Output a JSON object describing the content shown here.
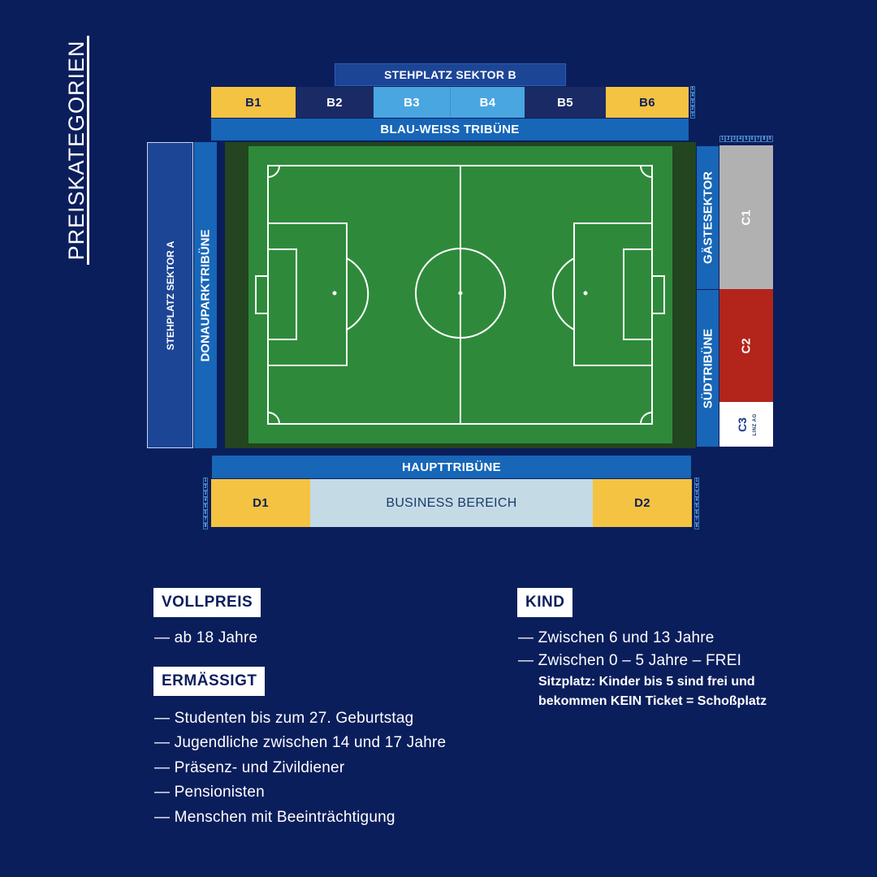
{
  "page_title": "PREISKATEGORIEN",
  "sections": {
    "stehplatz_b": "STEHPLATZ SEKTOR B",
    "b1": "B1",
    "b2": "B2",
    "b3": "B3",
    "b4": "B4",
    "b5": "B5",
    "b6": "B6",
    "blau_weiss": "BLAU-WEISS TRIBÜNE",
    "stehplatz_a": "STEHPLATZ SEKTOR A",
    "donaupark": "DONAUPARKTRIBÜNE",
    "gaeste": "GÄSTESEKTOR",
    "sued": "SÜDTRIBÜNE",
    "c1": "C1",
    "c2": "C2",
    "c3": "C3",
    "c3_sponsor": "LINZ AG",
    "haupt": "HAUPTTRIBÜNE",
    "d1": "D1",
    "business": "BUSINESS BEREICH",
    "d2": "D2"
  },
  "row_numbers": {
    "b_right": [
      "5",
      "4",
      "3",
      "2",
      "1"
    ],
    "c_top": [
      "1",
      "2",
      "3",
      "4",
      "5",
      "6",
      "7",
      "8",
      "9"
    ],
    "d_left": [
      "1",
      "2",
      "3",
      "4",
      "5",
      "6",
      "7",
      "8"
    ],
    "d_right": [
      "1",
      "2",
      "3",
      "4",
      "5",
      "6",
      "7",
      "8"
    ]
  },
  "colors": {
    "background": "#0b1e5c",
    "yellow": "#f5c342",
    "light_blue": "#4aa6e0",
    "mid_blue": "#1766b8",
    "grey": "#b1b1b1",
    "red": "#b3241b",
    "pitch": "#2e8a3a"
  },
  "legend": {
    "vollpreis": {
      "label": "VOLLPREIS",
      "items": [
        "— ab 18 Jahre"
      ]
    },
    "ermaessigt": {
      "label": "ERMÄSSIGT",
      "items": [
        "— Studenten bis zum 27. Geburtstag",
        "— Jugendliche zwischen 14 und 17 Jahre",
        "— Präsenz- und Zivildiener",
        "— Pensionisten",
        "— Menschen mit Beeinträchtigung"
      ]
    },
    "kind": {
      "label": "KIND",
      "items": [
        "— Zwischen 6 und 13 Jahre",
        "— Zwischen 0 – 5 Jahre – FREI"
      ],
      "note_line1": "Sitzplatz: Kinder bis 5 sind frei und",
      "note_line2": "bekommen KEIN Ticket = Schoßplatz"
    }
  }
}
